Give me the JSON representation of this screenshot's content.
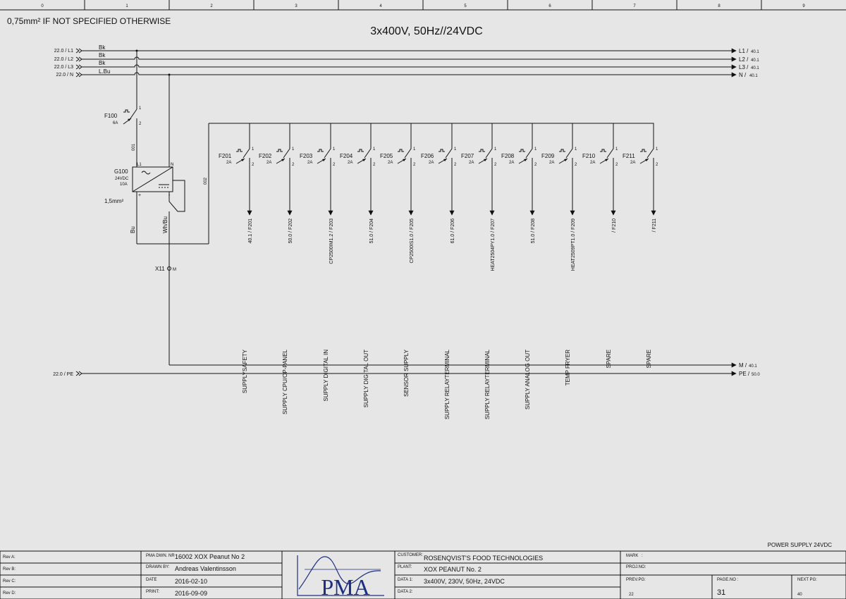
{
  "ruler": [
    "0",
    "1",
    "2",
    "3",
    "4",
    "5",
    "6",
    "7",
    "8",
    "9"
  ],
  "note": "0,75mm² IF NOT SPECIFIED OTHERWISE",
  "title": "3x400V, 50Hz//24VDC",
  "left_refs": [
    "22.0 / L1",
    "22.0 / L2",
    "22.0 / L3",
    "22.0 / N"
  ],
  "wire_colors": [
    "Bk",
    "Bk",
    "Bk",
    "L.Bu"
  ],
  "right_lines": [
    {
      "name": "L1 /",
      "ref": "40.1"
    },
    {
      "name": "L2 /",
      "ref": "40.1"
    },
    {
      "name": "L3 /",
      "ref": "40.1"
    },
    {
      "name": "N /",
      "ref": "40.1"
    }
  ],
  "f100": {
    "name": "F100",
    "rating": "6A",
    "pin_top": "1",
    "pin_bottom": "2",
    "wire": "001"
  },
  "g100": {
    "name": "G100",
    "voltage": "24VDC",
    "current": "10A",
    "pin_l1": "L1",
    "pin_n": "N",
    "pin_plus": "+",
    "pin_minus": "-"
  },
  "wire_size": "1,5mm²",
  "wire_bu": "Bu",
  "wire_whbu": "Wh/Bu",
  "wire_002": "002",
  "x11": {
    "name": "X11",
    "pin": "M"
  },
  "breakers": [
    {
      "name": "F201",
      "rating": "2A",
      "out_ref": "40.1 / F201",
      "func": "SUPPLYSAFETY"
    },
    {
      "name": "F202",
      "rating": "2A",
      "out_ref": "50.0 / F202",
      "func": "SUPPLY CPU/OP-PANEL"
    },
    {
      "name": "F203",
      "rating": "2A",
      "out_ref": "CP2500IM1.2 / F203",
      "func": "SUPPLY DIGITAL IN"
    },
    {
      "name": "F204",
      "rating": "2A",
      "out_ref": "51.0 / F204",
      "func": "SUPPLY DIGITAL OUT"
    },
    {
      "name": "F205",
      "rating": "2A",
      "out_ref": "CP2500IS1.0 / F205",
      "func": "SENSOR SUPPLY"
    },
    {
      "name": "F206",
      "rating": "2A",
      "out_ref": "61.0 / F206",
      "func": "SUPPLY RELAYTERMINAL"
    },
    {
      "name": "F207",
      "rating": "2A",
      "out_ref": "HEAT2504PY1.0 / F207",
      "func": "SUPPLY RELAYTERMINAL"
    },
    {
      "name": "F208",
      "rating": "2A",
      "out_ref": "51.0 / F208",
      "func": "SUPPLY ANALOG OUT"
    },
    {
      "name": "F209",
      "rating": "2A",
      "out_ref": "HEAT2509PT1.0 / F209",
      "func": "TEMP FRYER"
    },
    {
      "name": "F210",
      "rating": "2A",
      "out_ref": "/ F210",
      "func": "SPARE"
    },
    {
      "name": "F211",
      "rating": "2A",
      "out_ref": "/ F211",
      "func": "SPARE"
    }
  ],
  "breaker_pins": {
    "top": "1",
    "bottom": "2"
  },
  "pe_left": "22.0 / PE",
  "bottom_right": [
    {
      "name": "M /",
      "ref": "40.1"
    },
    {
      "name": "PE /",
      "ref": "50.0"
    }
  ],
  "sheet_title": "POWER SUPPLY 24VDC",
  "title_block": {
    "revs": [
      "Rev A:",
      "Rev B:",
      "Rev C:",
      "Rev D:"
    ],
    "pma_dwn_label": "PMA DWN. NR",
    "pma_dwn": "16002 XOX Peanut No 2",
    "drawn_by_label": "DRAWN BY:",
    "drawn_by": "Andreas Valentinsson",
    "date_label": "DATE",
    "date": "2016-02-10",
    "print_label": "PRINT:",
    "print": "2016-09-09",
    "logo": "PMA",
    "customer_label": "CUSTOMER:",
    "customer": "ROSENQVIST'S FOOD TECHNOLOGIES",
    "plant_label": "PLANT:",
    "plant": "XOX PEANUT No. 2",
    "data1_label": "DATA 1:",
    "data1": "3x400V, 230V, 50Hz, 24VDC",
    "data2_label": "DATA 2:",
    "mark_label": "MARK",
    "mark": ":",
    "proj_label": "PROJ.NO:",
    "prev_label": "PREV.PG:",
    "prev": "22",
    "page_label": "PAGE.NO :",
    "page": "31",
    "next_label": "NEXT PG:",
    "next": "40"
  }
}
